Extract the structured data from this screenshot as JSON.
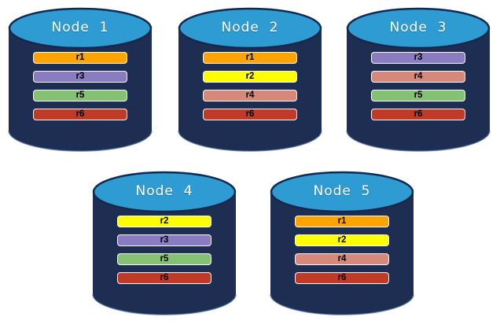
{
  "diagram": {
    "background_color": "#FFFFFF",
    "cylinder_style": {
      "body_color": "#1E2D52",
      "top_fill_color": "#2E9BD2",
      "top_stroke_color": "#14294E",
      "bottom_edge_color": "#46699C",
      "title_color": "#FFFFFF",
      "bar_border_color": "#FFFFFF",
      "bar_text_color": "#000000"
    },
    "replica_colors": {
      "r1": "#FFA300",
      "r2": "#FEFE00",
      "r3": "#8A7CC3",
      "r4": "#D6897A",
      "r5": "#84C173",
      "r6": "#BF3B27"
    },
    "nodes": [
      {
        "title": "Node  1",
        "replicas": [
          "r1",
          "r3",
          "r5",
          "r6"
        ]
      },
      {
        "title": "Node  2",
        "replicas": [
          "r1",
          "r2",
          "r4",
          "r6"
        ]
      },
      {
        "title": "Node  3",
        "replicas": [
          "r3",
          "r4",
          "r5",
          "r6"
        ]
      },
      {
        "title": "Node  4",
        "replicas": [
          "r2",
          "r3",
          "r5",
          "r6"
        ]
      },
      {
        "title": "Node  5",
        "replicas": [
          "r1",
          "r2",
          "r4",
          "r6"
        ]
      }
    ]
  }
}
